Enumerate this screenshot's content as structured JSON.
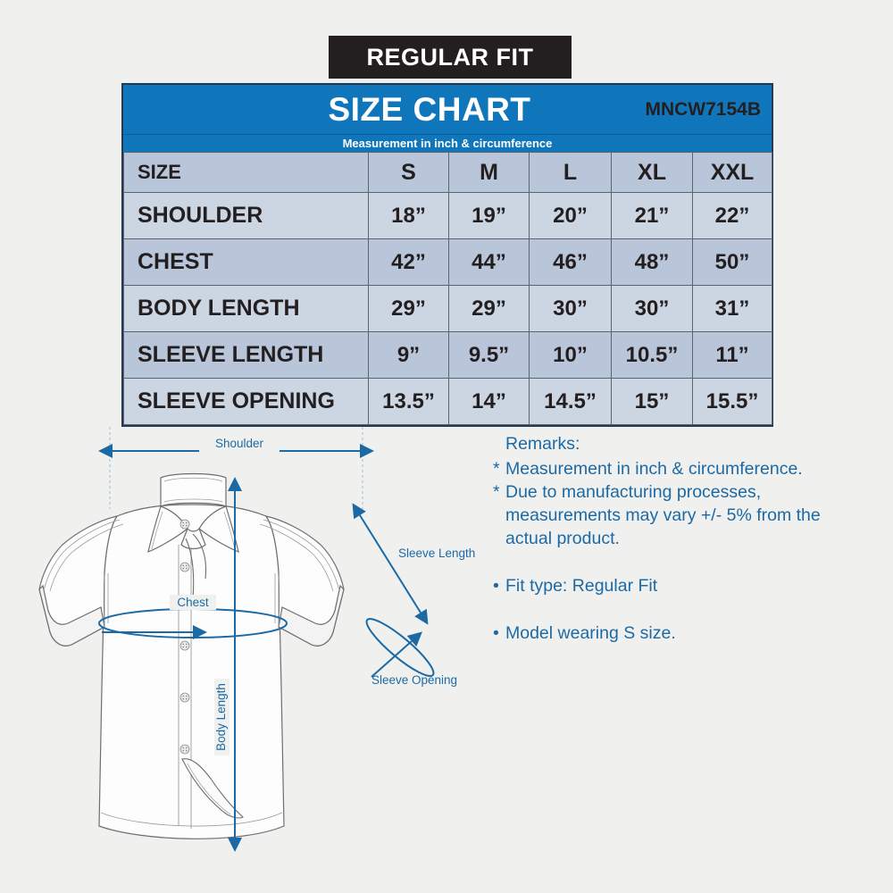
{
  "badge": {
    "label": "REGULAR FIT"
  },
  "chart": {
    "title": "SIZE CHART",
    "code": "MNCW7154B",
    "subtitle": "Measurement in inch & circumference",
    "columns": [
      "SIZE",
      "S",
      "M",
      "L",
      "XL",
      "XXL"
    ],
    "rows": [
      {
        "label": "SHOULDER",
        "values": [
          "18”",
          "19”",
          "20”",
          "21”",
          "22”"
        ]
      },
      {
        "label": "CHEST",
        "values": [
          "42”",
          "44”",
          "46”",
          "48”",
          "50”"
        ]
      },
      {
        "label": "BODY LENGTH",
        "values": [
          "29”",
          "29”",
          "30”",
          "30”",
          "31”"
        ]
      },
      {
        "label": "SLEEVE LENGTH",
        "values": [
          "9”",
          "9.5”",
          "10”",
          "10.5”",
          "11”"
        ]
      },
      {
        "label": "SLEEVE OPENING",
        "values": [
          "13.5”",
          "14”",
          "14.5”",
          "15”",
          "15.5”"
        ]
      }
    ]
  },
  "remarks": {
    "heading": "Remarks:",
    "star_marker": "*",
    "bullet_marker": "•",
    "star_items": [
      "Measurement in inch & circumference.",
      "Due to manufacturing processes, measurements may vary +/- 5% from the actual product."
    ],
    "bullet_items": [
      "Fit type: Regular Fit",
      "Model wearing S size."
    ]
  },
  "diagram": {
    "labels": {
      "shoulder": "Shoulder",
      "chest": "Chest",
      "body_length": "Body Length",
      "sleeve_length": "Sleeve Length",
      "sleeve_opening": "Sleeve Opening"
    }
  },
  "colors": {
    "brand_blue": "#1076bc",
    "badge_black": "#231f20",
    "row_dark": "#b9c5d8",
    "row_light": "#ccd5e2",
    "text_blue": "#1b6aa5",
    "background": "#f0f0ef"
  }
}
